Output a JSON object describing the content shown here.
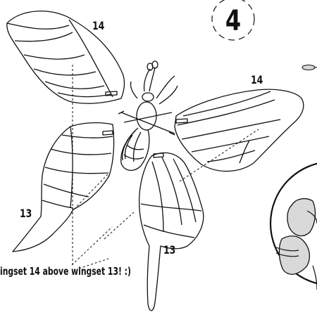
{
  "step_number": "4",
  "wing_labels": {
    "upper_left": "14",
    "upper_right": "14",
    "lower_left": "13",
    "lower_right": "13"
  },
  "instruction_note": "ingset 14 above wingset 13! :)",
  "icons": [
    "step-badge-icon",
    "butterfly-body-icon",
    "wing-piece-icon",
    "detail-callout-icon"
  ],
  "colors": {
    "line": "#111111",
    "callout_fill": "#d9d9d9"
  }
}
